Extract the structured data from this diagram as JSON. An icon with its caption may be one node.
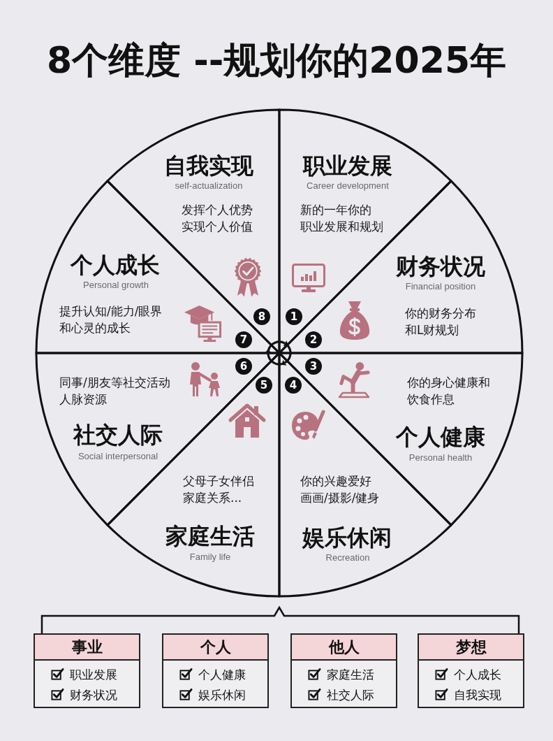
{
  "diagram": {
    "title": "8个维度 --规划你的2025年",
    "nodes": [
      {
        "text": [
          "职业发展",
          "Career development",
          "新的一年你的职业发展和规划"
        ]
      },
      {
        "text": [
          "1"
        ],
        "in": 0
      },
      {
        "text": [
          "财务状况",
          "Financial position",
          "你的财务分布和L财规划"
        ]
      },
      {
        "text": [
          "2"
        ],
        "in": 2
      },
      {
        "text": [
          "你的身心健康和饮食作息",
          "个人健康",
          "Personal health"
        ]
      },
      {
        "text": [
          "3"
        ],
        "in": 4
      },
      {
        "text": [
          "你的兴趣爱好画画/摄影/健身",
          "娱乐休闲",
          "Recreation"
        ]
      },
      {
        "text": [
          "4"
        ],
        "in": 6
      },
      {
        "text": [
          "父母子女伴侣家庭关系...",
          "家庭生活",
          "Family life"
        ]
      },
      {
        "text": [
          "5"
        ],
        "in": 8
      },
      {
        "text": [
          "同事/朋友等社交活动人脉资源",
          "社交人际",
          "Social interpersonal"
        ]
      },
      {
        "text": [
          "6"
        ],
        "in": 10
      },
      {
        "text": [
          "个人成长",
          "Personal growth",
          "提升认知/能力/眼界和心灵的成长"
        ]
      },
      {
        "text": [
          "7"
        ],
        "in": 12
      },
      {
        "text": [
          "自我实现",
          "self-actualization",
          "发挥个人优势实现个人价值"
        ]
      },
      {
        "text": [
          "8"
        ],
        "in": 14
      },
      {
        "text": [
          "事业",
          "职业发展",
          "财务状况"
        ]
      },
      {
        "text": [
          "个人",
          "个人健康",
          "娱乐休闲"
        ]
      },
      {
        "text": [
          "他人",
          "家庭生活",
          "社交人际"
        ]
      },
      {
        "text": [
          "梦想",
          "个人成长",
          "自我实现"
        ]
      },
      {
        "text": [],
        "shape": "picture"
      }
    ]
  }
}
